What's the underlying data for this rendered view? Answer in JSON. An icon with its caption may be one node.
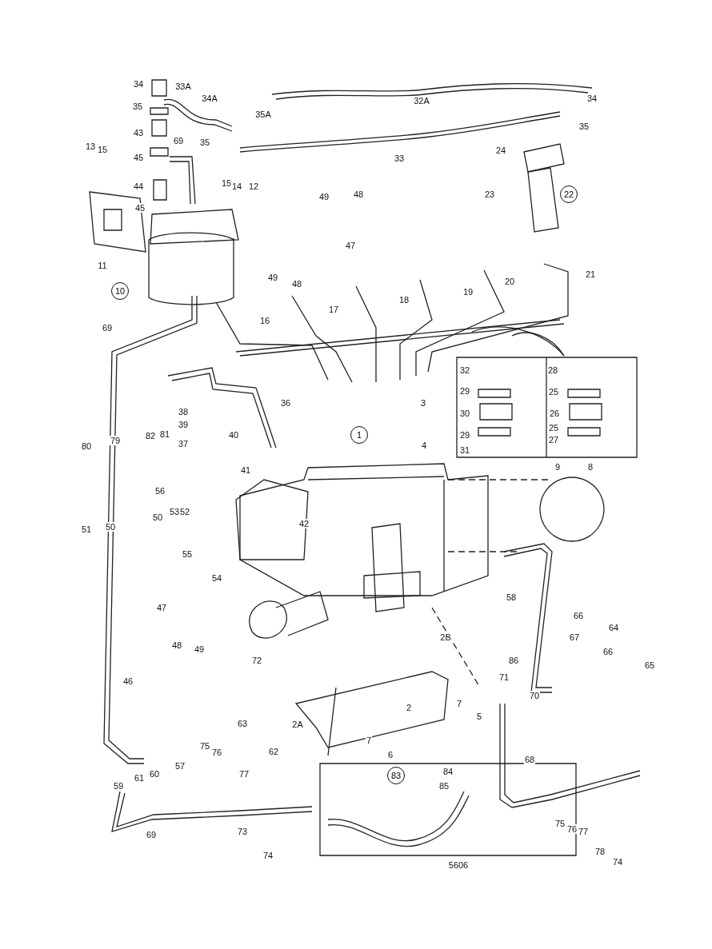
{
  "diagram": {
    "nodes": [
      {
        "text": [
          "22"
        ]
      },
      {
        "text": [
          "10"
        ]
      },
      {
        "text": [
          "1"
        ]
      },
      {
        "text": [
          "83"
        ]
      }
    ],
    "labels": [
      "34",
      "33A",
      "34A",
      "32A",
      "35",
      "35A",
      "34",
      "43",
      "35",
      "35",
      "33",
      "13",
      "15",
      "45",
      "69",
      "24",
      "44",
      "15",
      "14",
      "12",
      "45",
      "49",
      "48",
      "23",
      "11",
      "47",
      "49",
      "48",
      "20",
      "21",
      "19",
      "18",
      "17",
      "69",
      "16",
      "36",
      "3",
      "38",
      "39",
      "80",
      "79",
      "82",
      "81",
      "37",
      "40",
      "4",
      "32",
      "28",
      "29",
      "25",
      "30",
      "26",
      "29",
      "25",
      "31",
      "27",
      "9",
      "8",
      "41",
      "56",
      "50",
      "53",
      "52",
      "42",
      "51",
      "50",
      "55",
      "54",
      "58",
      "66",
      "64",
      "47",
      "2B",
      "48",
      "49",
      "72",
      "86",
      "67",
      "66",
      "65",
      "46",
      "71",
      "70",
      "7",
      "63",
      "62",
      "2A",
      "2",
      "5",
      "7",
      "6",
      "68",
      "84",
      "85",
      "75",
      "76",
      "77",
      "57",
      "59",
      "61",
      "60",
      "69",
      "73",
      "74",
      "75",
      "76",
      "77",
      "78",
      "74",
      "5606"
    ]
  }
}
